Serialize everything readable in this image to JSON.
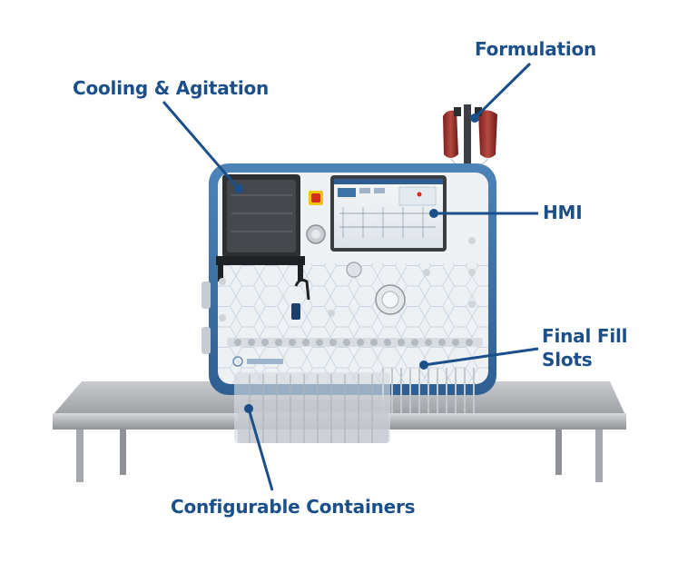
{
  "callouts": {
    "formulation": "Formulation",
    "cooling_agitation": "Cooling & Agitation",
    "hmi": "HMI",
    "final_fill_line1": "Final Fill",
    "final_fill_line2": "Slots",
    "configurable_containers": "Configurable Containers"
  },
  "colors": {
    "label": "#1b4f8a",
    "frame": "#3f74a8",
    "panel": "#eef1f4",
    "table": "#b9bcc0"
  }
}
